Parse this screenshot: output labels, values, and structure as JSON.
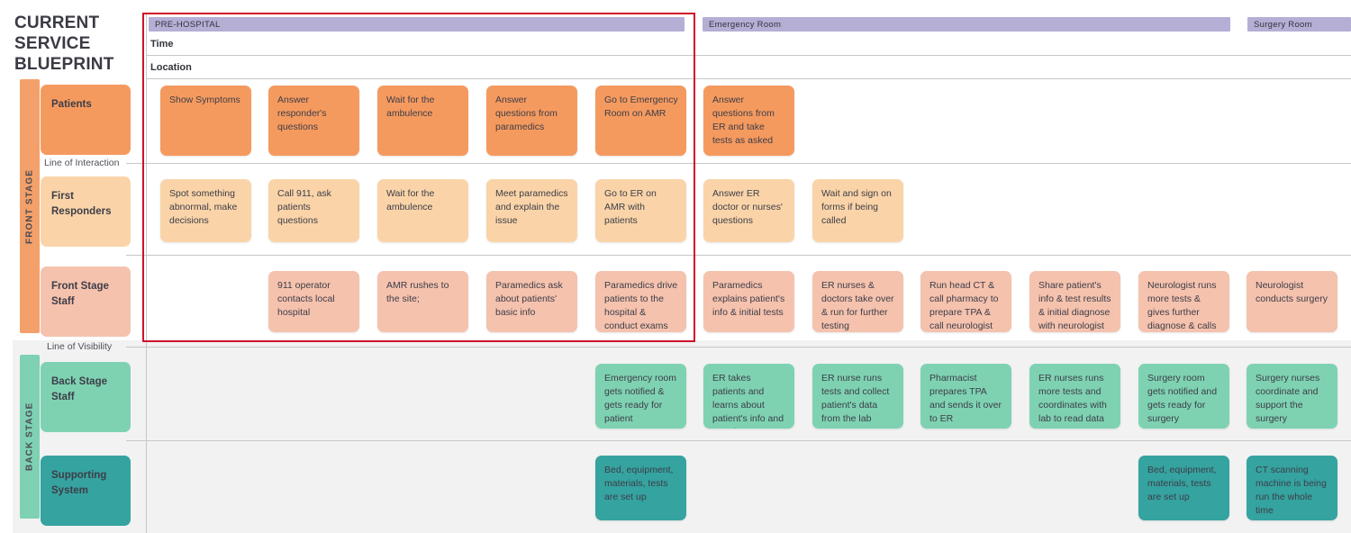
{
  "title": "CURRENT SERVICE BLUEPRINT",
  "stages": {
    "front": "FRONT STAGE",
    "back": "BACK STAGE"
  },
  "meta": {
    "time": "Time",
    "location": "Location"
  },
  "lines": {
    "interaction": "Line of Interaction",
    "visibility": "Line of Visibility"
  },
  "phases": [
    {
      "label": "PRE-HOSPITAL"
    },
    {
      "label": "Emergency Room"
    },
    {
      "label": "Surgery Room"
    }
  ],
  "row_labels": {
    "patients": "Patients",
    "responders": "First Responders",
    "front_staff": "Front Stage Staff",
    "back_staff": "Back Stage Staff",
    "supporting": "Supporting System"
  },
  "rows": {
    "patients": [
      {
        "col": 1,
        "text": "Show Symptoms"
      },
      {
        "col": 2,
        "text": "Answer responder's questions"
      },
      {
        "col": 3,
        "text": "Wait for the ambulence"
      },
      {
        "col": 4,
        "text": "Answer questions from paramedics"
      },
      {
        "col": 5,
        "text": "Go to Emergency Room on AMR"
      },
      {
        "col": 6,
        "text": "Answer questions from ER and take tests as asked"
      }
    ],
    "responders": [
      {
        "col": 1,
        "text": "Spot something abnormal, make decisions"
      },
      {
        "col": 2,
        "text": "Call 911, ask patients questions"
      },
      {
        "col": 3,
        "text": "Wait for the ambulence"
      },
      {
        "col": 4,
        "text": "Meet paramedics and explain the issue"
      },
      {
        "col": 5,
        "text": "Go to ER on AMR with patients"
      },
      {
        "col": 6,
        "text": "Answer ER doctor or nurses' questions"
      },
      {
        "col": 7,
        "text": "Wait and sign on forms if being called"
      }
    ],
    "front_staff": [
      {
        "col": 2,
        "text": "911 operator contacts local hospital"
      },
      {
        "col": 3,
        "text": "AMR rushes to the site;"
      },
      {
        "col": 4,
        "text": "Paramedics ask about patients' basic info"
      },
      {
        "col": 5,
        "text": "Paramedics drive patients to the hospital & conduct exams"
      },
      {
        "col": 6,
        "text": "Paramedics explains patient's info & initial tests"
      },
      {
        "col": 7,
        "text": "ER nurses & doctors take over & run for further testing"
      },
      {
        "col": 8,
        "text": "Run head CT & call pharmacy to prepare TPA & call neurologist"
      },
      {
        "col": 9,
        "text": "Share patient's info & test results & initial diagnose with neurologist"
      },
      {
        "col": 10,
        "text": "Neurologist runs more tests & gives further diagnose & calls surgeon"
      },
      {
        "col": 11,
        "text": "Neurologist conducts surgery"
      }
    ],
    "back_staff": [
      {
        "col": 5,
        "text": "Emergency room gets notified & gets ready for patient"
      },
      {
        "col": 6,
        "text": "ER takes patients and learns about patient's info and test data"
      },
      {
        "col": 7,
        "text": "ER nurse runs tests and collect patient's data from the lab"
      },
      {
        "col": 8,
        "text": "Pharmacist prepares TPA and sends it over to ER"
      },
      {
        "col": 9,
        "text": "ER nurses runs more tests and coordinates with lab to read data"
      },
      {
        "col": 10,
        "text": "Surgery room gets notified and gets ready for surgery"
      },
      {
        "col": 11,
        "text": "Surgery nurses coordinate and support the surgery"
      }
    ],
    "supporting": [
      {
        "col": 5,
        "text": "Bed, equipment, materials, tests are set up"
      },
      {
        "col": 10,
        "text": "Bed, equipment, materials, tests are set up"
      },
      {
        "col": 11,
        "text": "CT scanning machine is being run the whole time"
      }
    ]
  },
  "colors": {
    "patients": "#f59a5f",
    "responders": "#fad4a8",
    "front_staff": "#f5c2ae",
    "back_staff": "#7ed2b2",
    "supporting": "#35a3a0",
    "phase_bar": "#b5aed5",
    "highlight": "#d0112b",
    "front_stage_bar": "#f4a06a",
    "back_stage_bar": "#7fd1b4"
  }
}
